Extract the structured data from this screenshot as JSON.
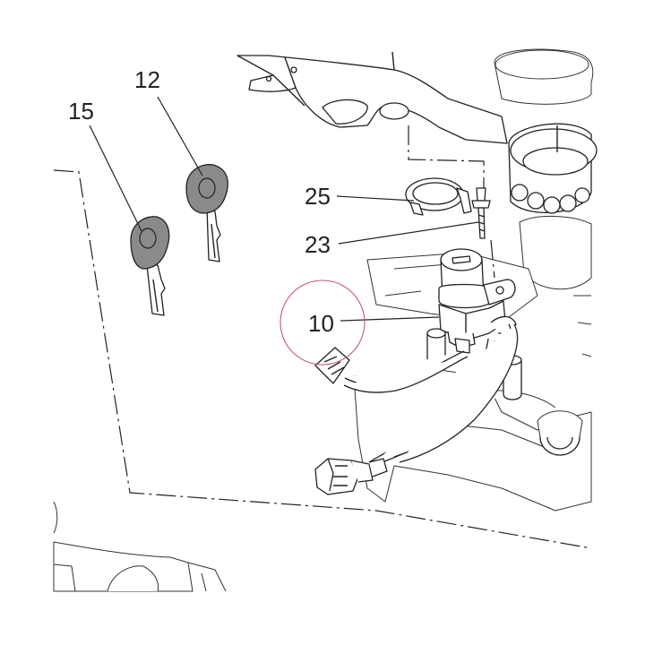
{
  "callouts": {
    "part_15": "15",
    "part_12": "12",
    "part_25": "25",
    "part_23": "23",
    "part_10": "10"
  },
  "colors": {
    "key_15_head": "#8a8a8a",
    "key_12_head": "#8a8a8a",
    "highlight_circle": "#c0587a",
    "line": "#222222"
  },
  "highlight": {
    "target_part": "10"
  }
}
